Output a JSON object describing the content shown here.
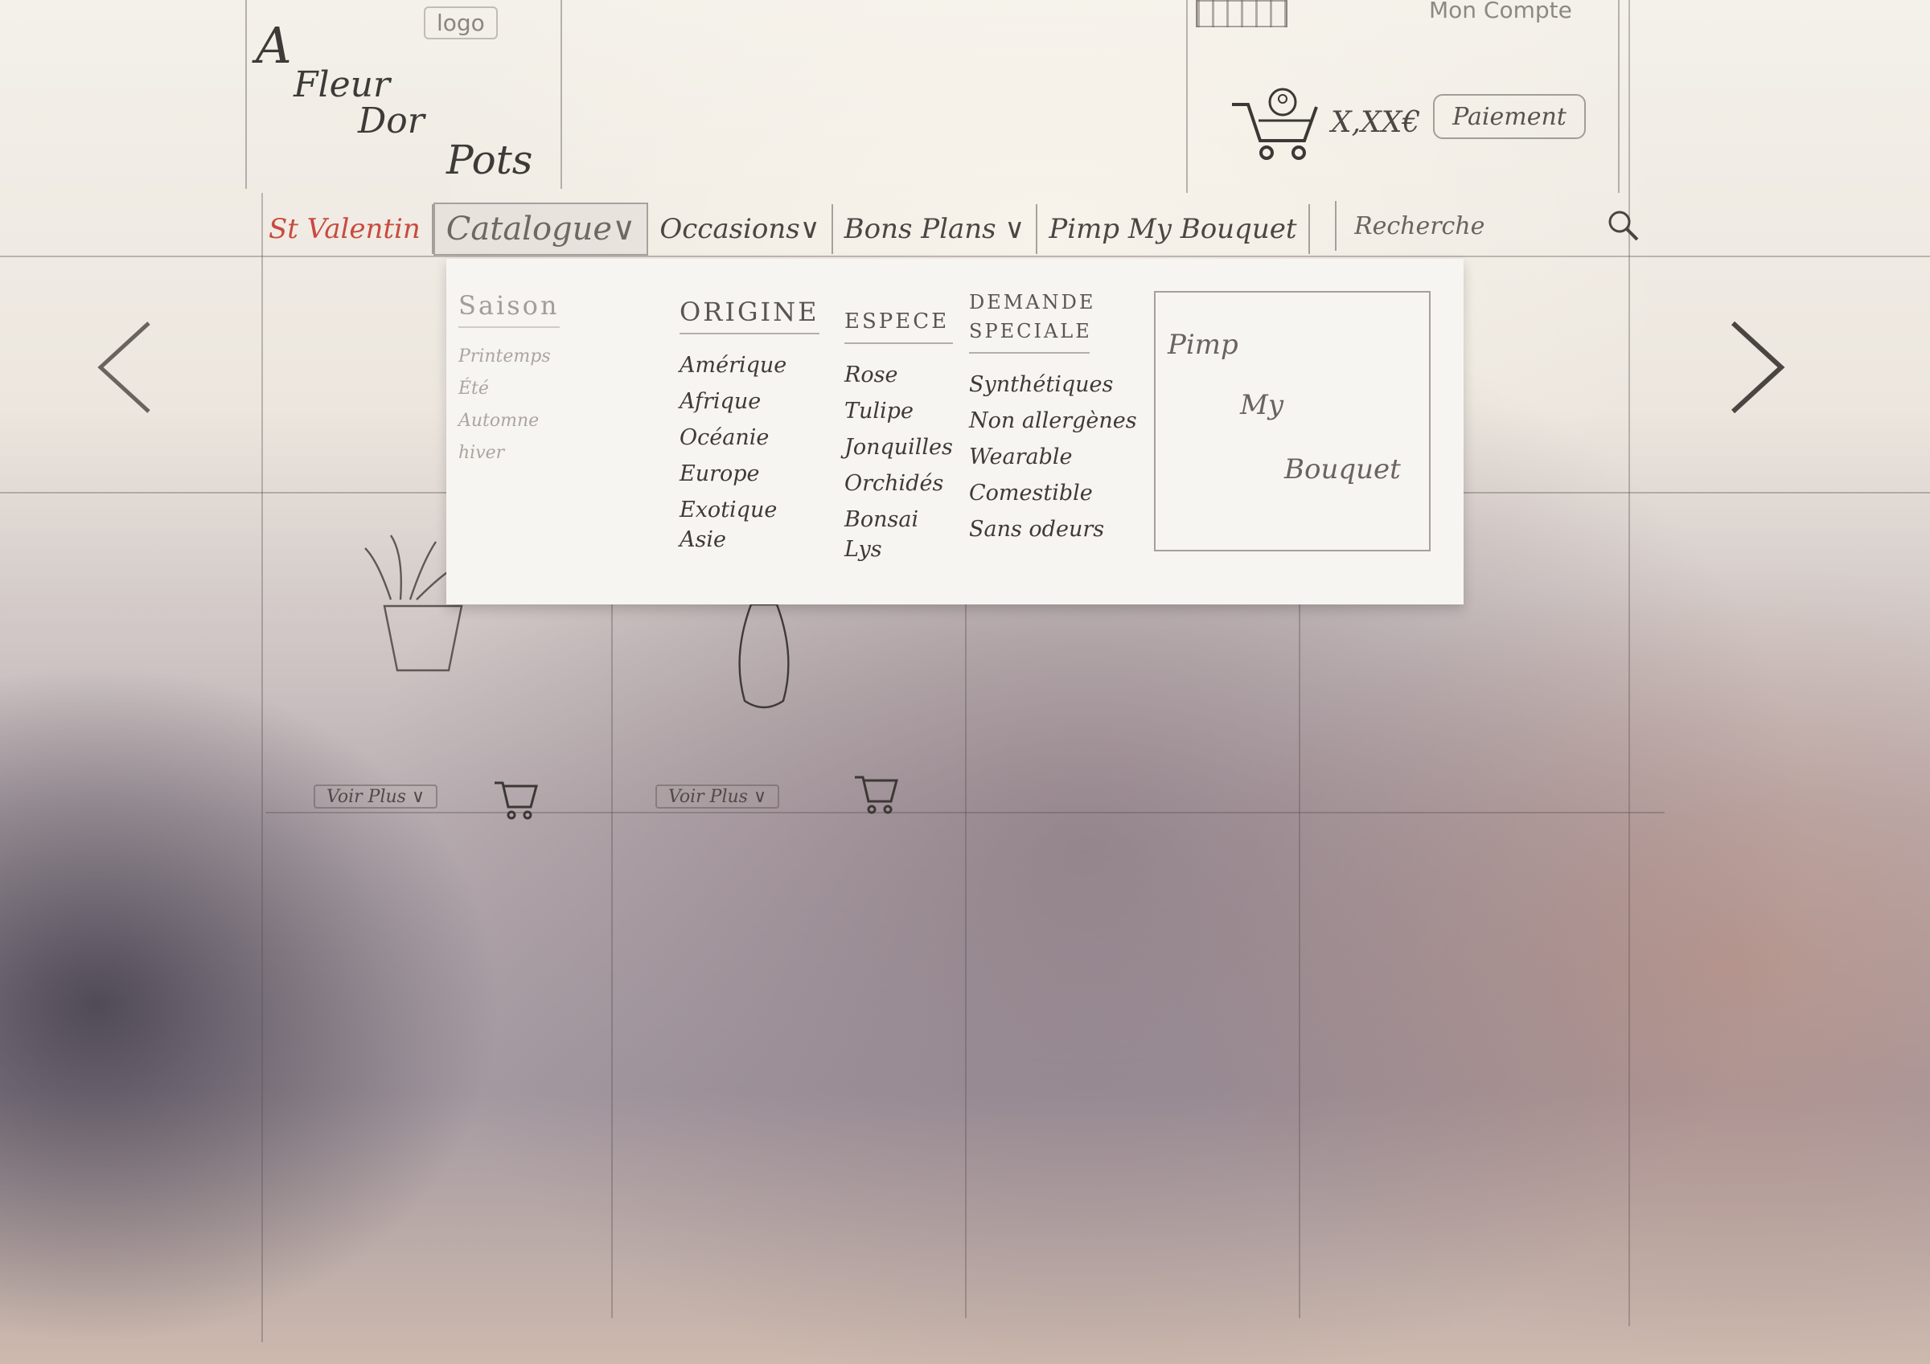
{
  "header": {
    "logo_label": "logo",
    "brand_lines": [
      "A",
      "Fleur",
      "Dor",
      "Pots"
    ],
    "account_label": "Mon Compte",
    "cart_price": "X,XX€",
    "payment_label": "Paiement"
  },
  "nav": {
    "items": [
      {
        "label": "St Valentin"
      },
      {
        "label": "Catalogue∨"
      },
      {
        "label": "Occasions∨"
      },
      {
        "label": "Bons Plans ∨"
      },
      {
        "label": "Pimp My Bouquet"
      }
    ],
    "search_placeholder": "Recherche"
  },
  "dropdown": {
    "columns": [
      {
        "heading": "Saison",
        "items": [
          "Printemps",
          "Été",
          "Automne",
          "hiver"
        ]
      },
      {
        "heading": "ORIGINE",
        "items": [
          "Amérique",
          "Afrique",
          "Océanie",
          "Europe",
          "Exotique",
          "Asie"
        ]
      },
      {
        "heading": "ESPECE",
        "items": [
          "Rose",
          "Tulipe",
          "Jonquilles",
          "Orchidés",
          "Bonsai",
          "Lys"
        ]
      },
      {
        "heading": "DEMANDE SPECIALE",
        "items": [
          "Synthétiques",
          "Non allergènes",
          "Wearable",
          "Comestible",
          "Sans odeurs"
        ]
      }
    ],
    "promo": {
      "words": [
        "Pimp",
        "My",
        "Bouquet"
      ]
    }
  },
  "products": [
    {
      "more_label": "Voir Plus ∨"
    },
    {
      "more_label": "Voir Plus ∨"
    }
  ],
  "colors": {
    "accent": "#c84a3f",
    "pencil": "#4a4a4a"
  },
  "icons": [
    "flag-icon",
    "cart-icon",
    "search-icon",
    "chevron-left-icon",
    "chevron-right-icon"
  ]
}
